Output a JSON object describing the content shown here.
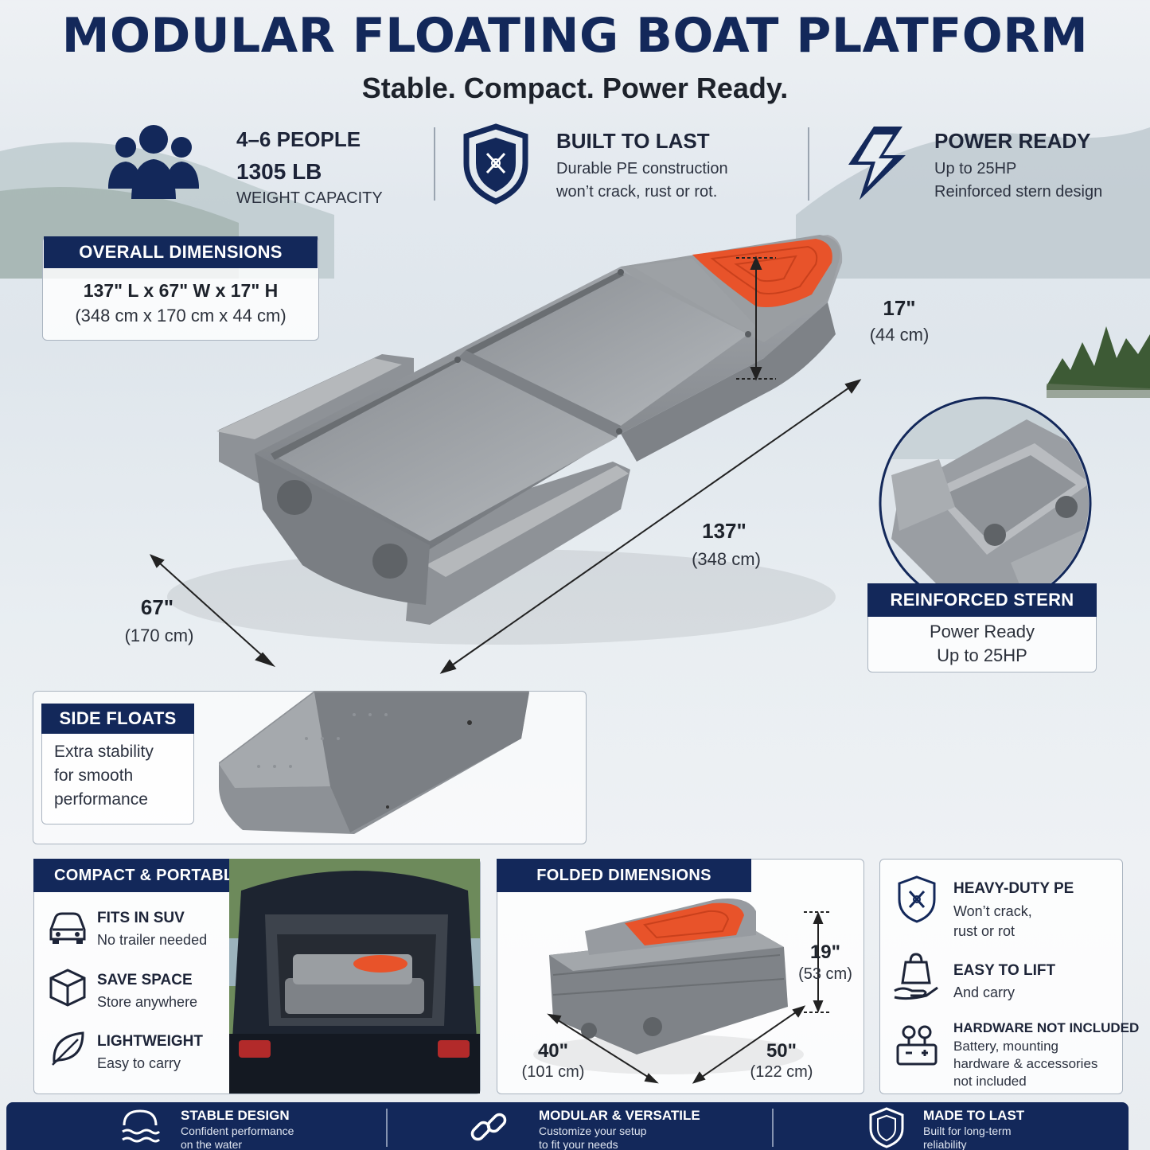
{
  "header": {
    "title": "MODULAR FLOATING BOAT PLATFORM",
    "subtitle": "Stable. Compact. Power Ready."
  },
  "features": [
    {
      "icon": "people-icon",
      "line1": "4–6 PEOPLE",
      "line2": "1305 LB",
      "line3": "WEIGHT CAPACITY"
    },
    {
      "icon": "shield-icon",
      "title": "BUILT TO LAST",
      "line1": "Durable PE construction",
      "line2": "won’t crack, rust or rot."
    },
    {
      "icon": "lightning-icon",
      "title": "POWER READY",
      "line1": "Up to 25HP",
      "line2": "Reinforced stern design"
    }
  ],
  "overall": {
    "label": "OVERALL DIMENSIONS",
    "imperial": "137\" L x 67\" W x 17\" H",
    "metric": "(348 cm x 170 cm x 44 cm)"
  },
  "dims": {
    "height": {
      "main": "17\"",
      "sub": "(44 cm)"
    },
    "length": {
      "main": "137\"",
      "sub": "(348 cm)"
    },
    "width": {
      "main": "67\"",
      "sub": "(170 cm)"
    }
  },
  "stern": {
    "label": "REINFORCED STERN",
    "line1": "Power Ready",
    "line2": "Up to 25HP"
  },
  "side_floats": {
    "label": "SIDE FLOATS",
    "line1": "Extra stability",
    "line2": "for smooth",
    "line3": "performance"
  },
  "compact": {
    "label": "COMPACT & PORTABLE",
    "items": [
      {
        "icon": "car-icon",
        "title": "FITS IN SUV",
        "text": "No trailer needed"
      },
      {
        "icon": "box-icon",
        "title": "SAVE SPACE",
        "text": "Store anywhere"
      },
      {
        "icon": "leaf-icon",
        "title": "LIGHTWEIGHT",
        "text": "Easy to carry"
      }
    ]
  },
  "folded": {
    "label": "FOLDED DIMENSIONS",
    "height": {
      "main": "19\"",
      "sub": "(53 cm)"
    },
    "width": {
      "main": "40\"",
      "sub": "(101 cm)"
    },
    "length": {
      "main": "50\"",
      "sub": "(122 cm)"
    }
  },
  "specs": [
    {
      "icon": "shield-pe-icon",
      "title": "HEAVY-DUTY PE",
      "line1": "Won’t crack,",
      "line2": "rust or rot",
      "line3": ""
    },
    {
      "icon": "lift-bag-icon",
      "title": "EASY TO LIFT",
      "line1": "And carry",
      "line2": "",
      "line3": ""
    },
    {
      "icon": "battery-icon",
      "title": "HARDWARE NOT INCLUDED",
      "line1": "Battery, mounting",
      "line2": "hardware & accessories",
      "line3": "not included"
    }
  ],
  "bottom_bar": [
    {
      "icon": "waves-icon",
      "title": "STABLE DESIGN",
      "line1": "Confident performance",
      "line2": "on the water"
    },
    {
      "icon": "link-icon",
      "title": "MODULAR & VERSATILE",
      "line1": "Customize your setup",
      "line2": "to fit your needs"
    },
    {
      "icon": "shield-check-icon",
      "title": "MADE TO LAST",
      "line1": "Built for long-term",
      "line2": "reliability"
    }
  ],
  "colors": {
    "navy": "#13285a",
    "accent_orange": "#e8532a",
    "hull_gray": "#8c9096"
  }
}
